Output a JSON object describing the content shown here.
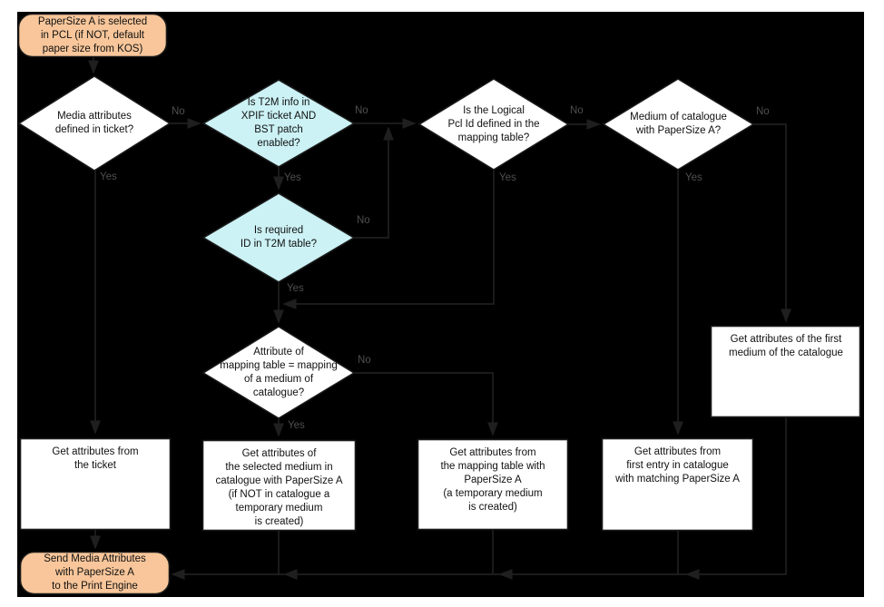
{
  "colors": {
    "page_bg": "#ffffff",
    "canvas_bg": "#000000",
    "terminal_fill": "#f8c69a",
    "terminal_stroke": "#3f3f3f",
    "decision_highlight_fill": "#ccf2f5",
    "process_fill": "#ffffff",
    "edge_color": "#1f1f1f",
    "edge_label_color": "#4f4f4f",
    "text_color": "#111111"
  },
  "flow": {
    "start": "PaperSize A is selected\nin PCL (if NOT, default\npaper size from KOS)",
    "d_media": "Media attributes\ndefined in ticket?",
    "d_t2m": "Is T2M info in\nXPIF ticket AND\nBST patch\nenabled?",
    "d_required": "Is required\nID in T2M table?",
    "d_logical": "Is the Logical\nPcl Id defined in the\nmapping table?",
    "d_medium": "Medium of catalogue\nwith PaperSize A?",
    "d_attribute": "Attribute of\nmapping table = mapping\nof a medium of\ncatalogue?",
    "p_first_medium": "Get attributes of the first\nmedium of the catalogue",
    "p_ticket": "Get attributes from\nthe ticket",
    "p_selected": "Get attributes of\nthe selected medium in\ncatalogue with PaperSize A\n(if NOT in catalogue a\ntemporary medium\nis created)",
    "p_mapping": "Get attributes from\nthe mapping table with\nPaperSize A\n(a temporary medium\nis created)",
    "p_first_entry": "Get attributes from\nfirst entry in catalogue\nwith matching PaperSize A",
    "end": "Send Media Attributes\nwith PaperSize A\nto the Print Engine",
    "labels": {
      "d_media_no": "No",
      "d_media_yes": "Yes",
      "d_t2m_no": "No",
      "d_t2m_yes": "Yes",
      "d_required_no": "No",
      "d_required_yes": "Yes",
      "d_logical_no": "No",
      "d_logical_yes": "Yes",
      "d_medium_no": "No",
      "d_medium_yes": "Yes",
      "d_attribute_no": "No",
      "d_attribute_yes": "Yes"
    }
  }
}
